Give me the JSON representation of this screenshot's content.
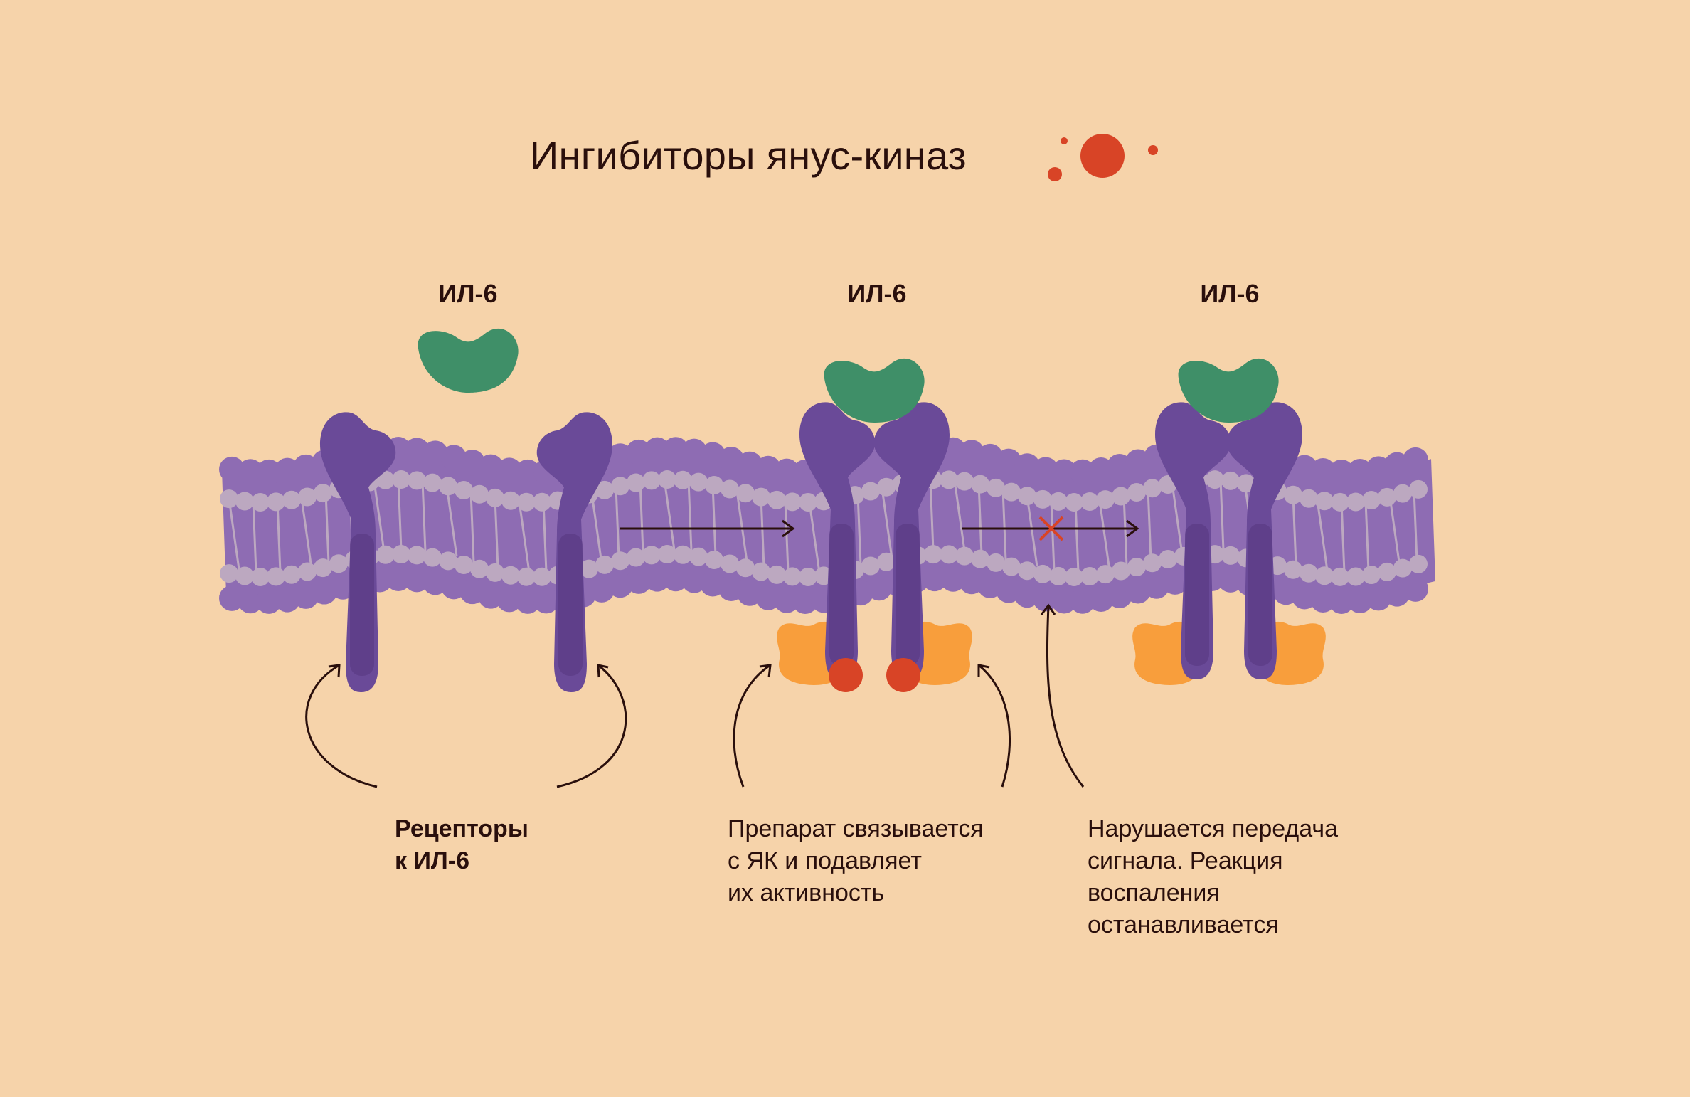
{
  "title": "Ингибиторы янус-киназ",
  "il6_labels": [
    "ИЛ-6",
    "ИЛ-6",
    "ИЛ-6"
  ],
  "captions": {
    "receptors": [
      "Рецепторы",
      "к ИЛ-6"
    ],
    "drug": [
      "Препарат связывается",
      "с ЯК и подавляет",
      "их активность"
    ],
    "result": [
      "Нарушается передача",
      "сигнала. Реакция",
      "воспаления",
      "останавливается"
    ]
  },
  "colors": {
    "background": "#f6d3aa",
    "membrane": "#8e6cb3",
    "lipid_heads": "#bca8c0",
    "receptor": "#6a4a98",
    "il6": "#3f8f68",
    "jak": "#f89e3c",
    "drug": "#d84426",
    "text": "#2a0f0c"
  }
}
